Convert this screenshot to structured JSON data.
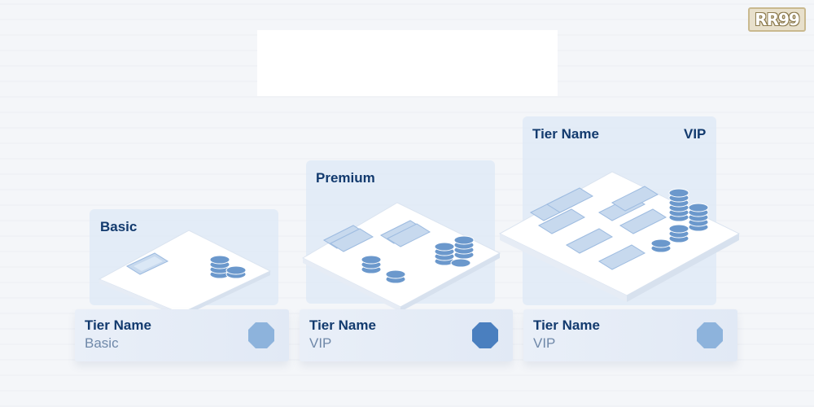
{
  "logo": {
    "text": "RR99"
  },
  "tiers": [
    {
      "panel_title": "Basic",
      "card_title": "Tier Name",
      "card_subtitle": "Basic",
      "badge_color": "#8db3dc"
    },
    {
      "panel_title": "Premium",
      "card_title": "Tier Name",
      "card_subtitle": "VIP",
      "badge_color": "#4a7fbf"
    },
    {
      "panel_title": "Tier Name",
      "panel_badge": "VIP",
      "card_title": "Tier Name",
      "card_subtitle": "VIP",
      "badge_color": "#8db3dc"
    }
  ],
  "colors": {
    "title": "#123a6e",
    "subtitle": "#6f88a9",
    "platform": "#ffffff",
    "ticket": "#c7d9ee",
    "coin": "#6b98cc"
  },
  "icons": [
    "ticket-icon",
    "coin-stack-icon",
    "octagon-badge-icon"
  ]
}
